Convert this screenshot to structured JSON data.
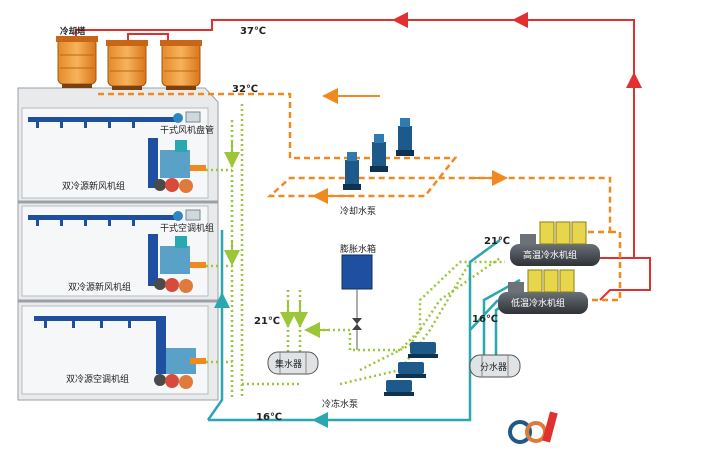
{
  "labels": {
    "cooling_tower": "冷却塔",
    "fan_coil": "干式风机盘管",
    "ac_unit": "干式空调机组",
    "fresh_air_unit_1": "双冷源新风机组",
    "fresh_air_unit_2": "双冷源新风机组",
    "ac_unit_bottom": "双冷源空调机组",
    "cooling_pump": "冷却水泵",
    "expansion_tank": "膨胀水箱",
    "collector": "集水器",
    "chilled_pump": "冷冻水泵",
    "distributor": "分水器",
    "chiller_high": "高温冷水机组",
    "chiller_low": "低温冷水机组"
  },
  "temps": {
    "t37": "37℃",
    "t32": "32℃",
    "t21_left": "21℃",
    "t21_right": "21℃",
    "t16_right": "16℃",
    "t16_bottom": "16℃"
  },
  "colors": {
    "hot_return": "#e03030",
    "cooling_supply": "#f08a1e",
    "chilled_supply": "#9cc63a",
    "chilled_return": "#2aa7b0",
    "building": "#e9eaec",
    "chiller": "#3a3f45",
    "tank": "#1f4fa0",
    "pump": "#1d5a8a"
  }
}
